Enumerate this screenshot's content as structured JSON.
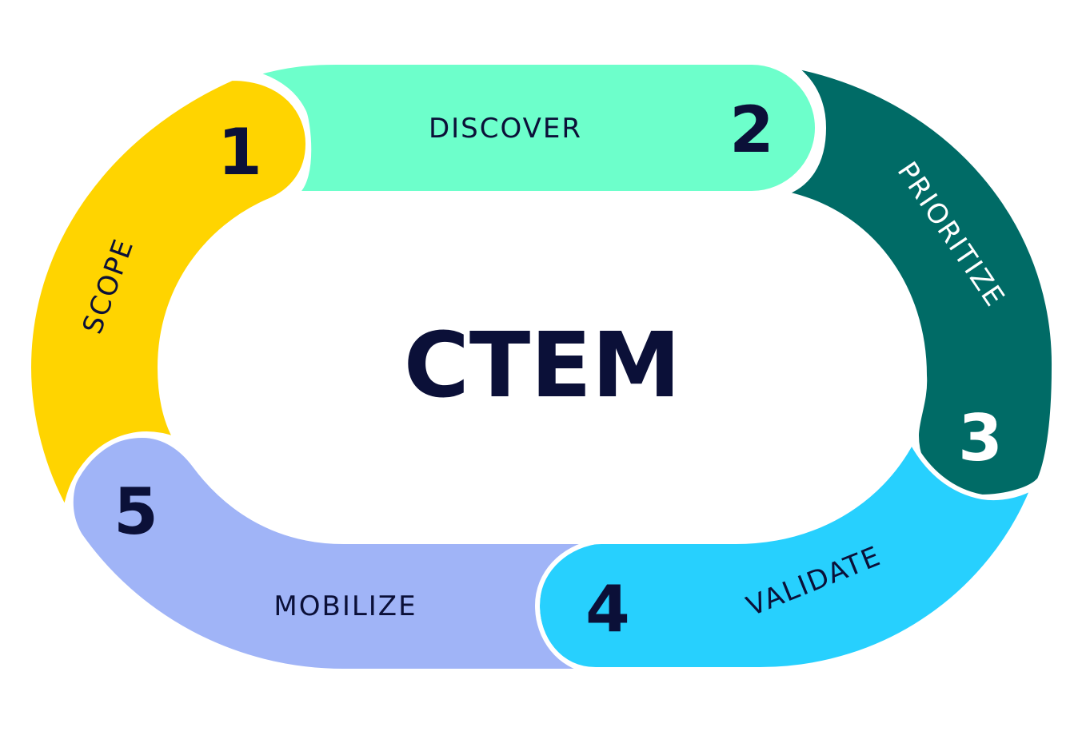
{
  "title": "CTEM",
  "stages": [
    {
      "number": "1",
      "label": "SCOPE",
      "color": "#FFD400"
    },
    {
      "number": "2",
      "label": "DISCOVER",
      "color": "#6DFFCB"
    },
    {
      "number": "3",
      "label": "PRIORITIZE",
      "color": "#006B66"
    },
    {
      "number": "4",
      "label": "VALIDATE",
      "color": "#27D0FE"
    },
    {
      "number": "5",
      "label": "MOBILIZE",
      "color": "#A0B4F7"
    }
  ],
  "colors": {
    "text_dark": "#0B1038",
    "text_light": "#FFFFFF",
    "background": "#FFFFFF"
  }
}
